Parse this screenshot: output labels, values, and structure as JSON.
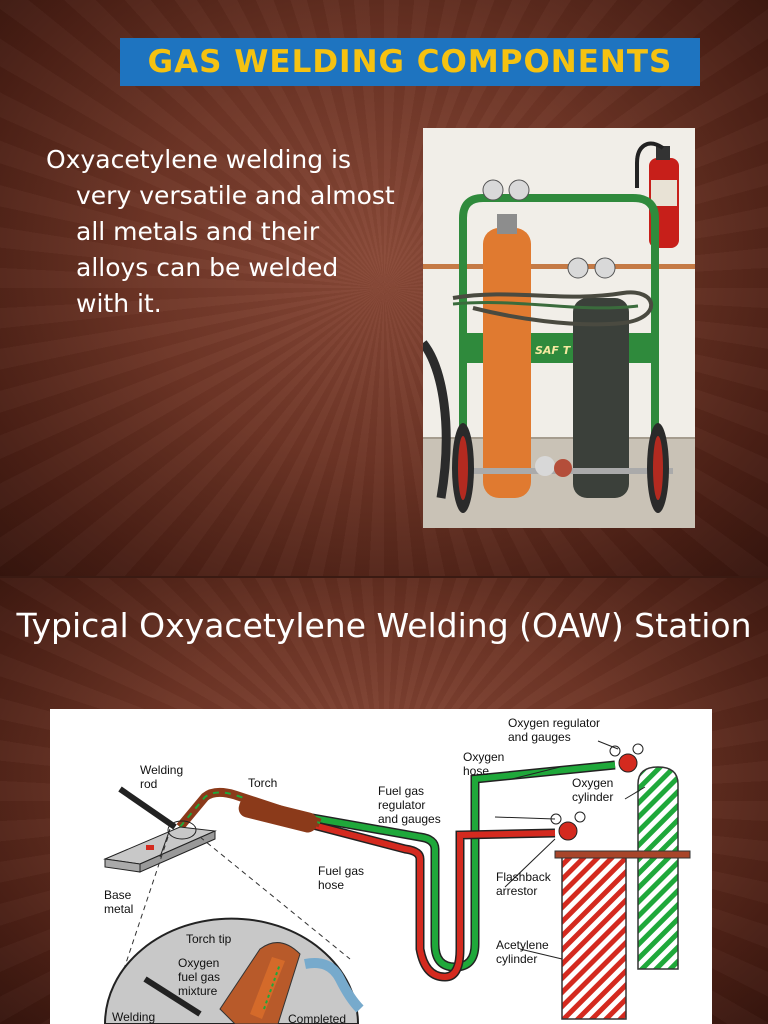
{
  "slide1": {
    "title": "GAS WELDING COMPONENTS",
    "bullet": "Oxyacetylene welding is very versatile and almost all metals and their alloys can be welded with it.",
    "photo": {
      "cart_brand": "SAF T CART",
      "icons": [
        "oxygen-cylinder-icon",
        "acetylene-cylinder-icon",
        "fire-extinguisher-icon",
        "welding-cart-icon"
      ]
    }
  },
  "slide2": {
    "title": "Typical Oxyacetylene Welding (OAW) Station",
    "diagram_labels": {
      "oxygen_regulator": [
        "Oxygen regulator",
        "and gauges"
      ],
      "oxygen_hose": [
        "Oxygen",
        "hose"
      ],
      "oxygen_cylinder": [
        "Oxygen",
        "cylinder"
      ],
      "welding_rod": [
        "Welding",
        "rod"
      ],
      "torch": "Torch",
      "fuel_regulator": [
        "Fuel gas",
        "regulator",
        "and gauges"
      ],
      "fuel_hose": [
        "Fuel gas",
        "hose"
      ],
      "base_metal": [
        "Base",
        "metal"
      ],
      "flashback": [
        "Flashback",
        "arrestor"
      ],
      "acetylene_cylinder": [
        "Acetylene",
        "cylinder"
      ],
      "torch_tip": "Torch tip",
      "mixture": [
        "Oxygen",
        "fuel gas",
        "mixture"
      ],
      "welding_inset": "Welding",
      "completed": "Completed"
    },
    "colors": {
      "oxygen": "#1fa83a",
      "fuel": "#d42a1f",
      "torch": "#8b3a1a"
    }
  }
}
